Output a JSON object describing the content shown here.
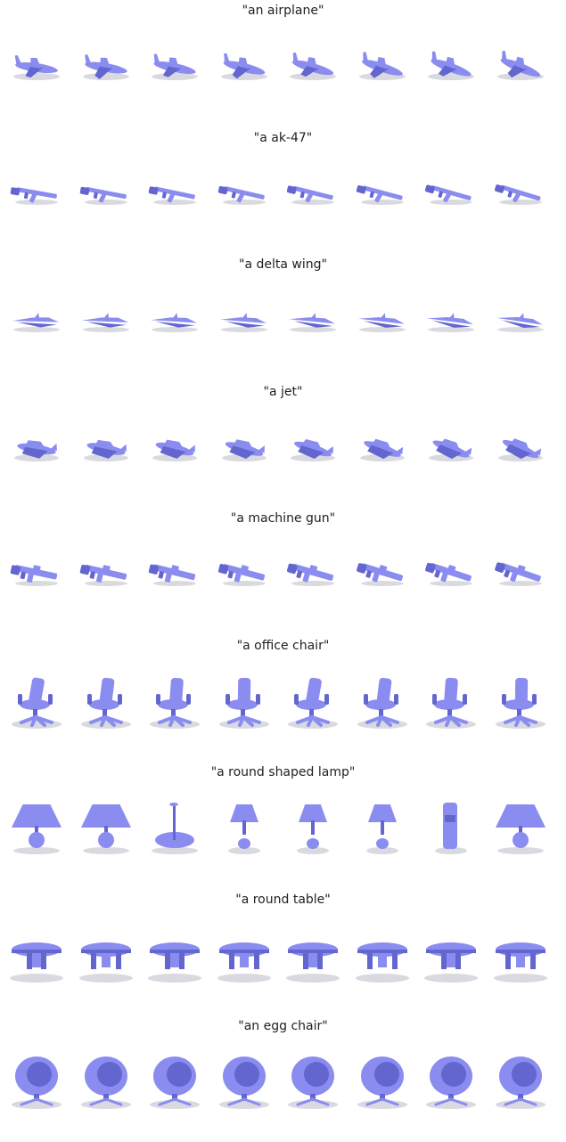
{
  "colors": {
    "shape": "#8a8cf0",
    "shape_dark": "#6466d0",
    "shadow": "#d9d9e0",
    "text": "#222222"
  },
  "rows": [
    {
      "caption": "\"an airplane\"",
      "kind": "plane"
    },
    {
      "caption": "\"a ak-47\"",
      "kind": "rifle"
    },
    {
      "caption": "\"a delta wing\"",
      "kind": "delta"
    },
    {
      "caption": "\"a jet\"",
      "kind": "jet"
    },
    {
      "caption": "\"a machine gun\"",
      "kind": "mgun"
    },
    {
      "caption": "\"a office chair\"",
      "kind": "officechair"
    },
    {
      "caption": "\"a round shaped lamp\"",
      "kind": "lamp"
    },
    {
      "caption": "\"a round table\"",
      "kind": "table"
    },
    {
      "caption": "\"an egg chair\"",
      "kind": "eggchair"
    }
  ],
  "samples_per_row": 8
}
